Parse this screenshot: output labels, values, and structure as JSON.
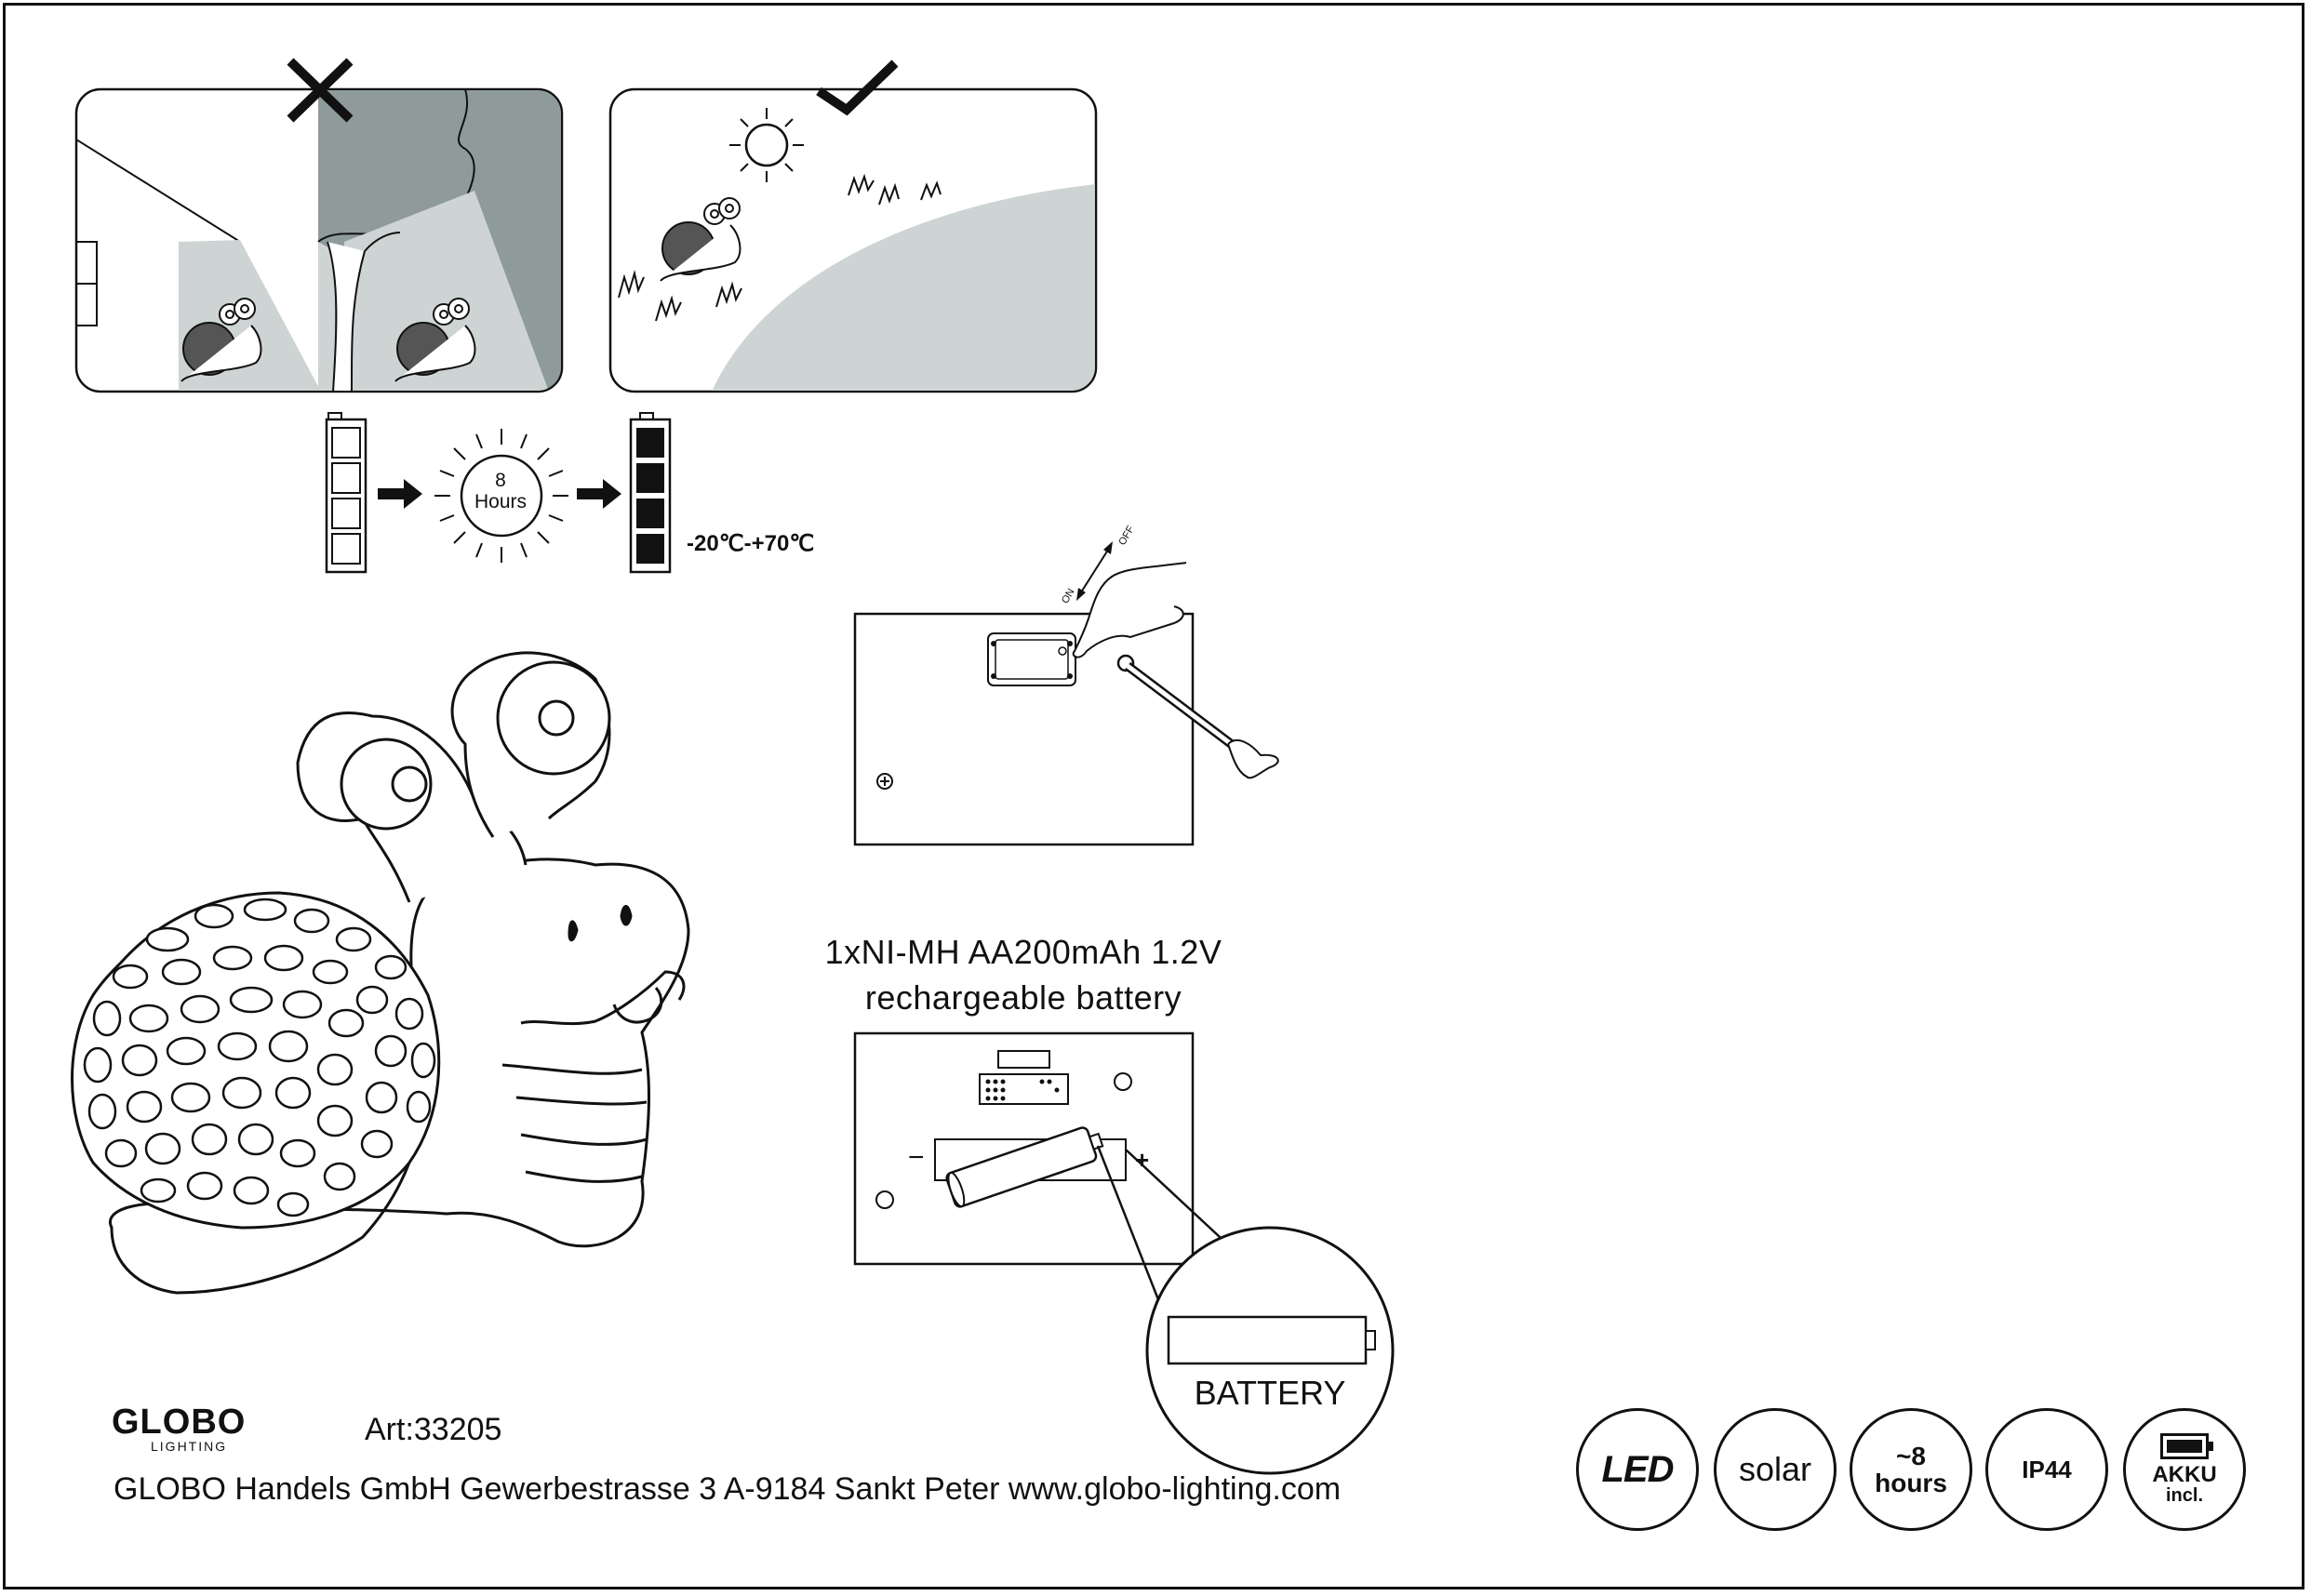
{
  "steps": {
    "charging_time": {
      "line1": "8",
      "line2": "Hours"
    },
    "temperature_range": "-20℃-+70℃",
    "switch": {
      "on_label": "ON",
      "off_label": "OFF"
    }
  },
  "battery": {
    "spec_line1": "1xNI-MH AA200mAh 1.2V",
    "spec_line2": "rechargeable battery",
    "callout_label": "BATTERY",
    "minus": "−",
    "plus": "+"
  },
  "footer": {
    "brand": "GLOBO",
    "brand_sub": "LIGHTING",
    "article": "Art:33205",
    "address": "GLOBO Handels GmbH  Gewerbestrasse 3  A-9184 Sankt Peter www.globo-lighting.com"
  },
  "badges": {
    "led": "LED",
    "solar": "solar",
    "hours_line1": "~8",
    "hours_line2": "hours",
    "ip": "IP44",
    "akku_line1": "AKKU",
    "akku_line2": "incl."
  },
  "colors": {
    "shadow": "#8f9a9a",
    "light_shadow": "#cdd4d3",
    "ink": "#111111"
  },
  "icons": [
    "cross-icon",
    "check-icon",
    "sun-icon",
    "battery-icon",
    "arrow-right-icon",
    "screwdriver-icon",
    "hand-icon",
    "snail-icon"
  ]
}
